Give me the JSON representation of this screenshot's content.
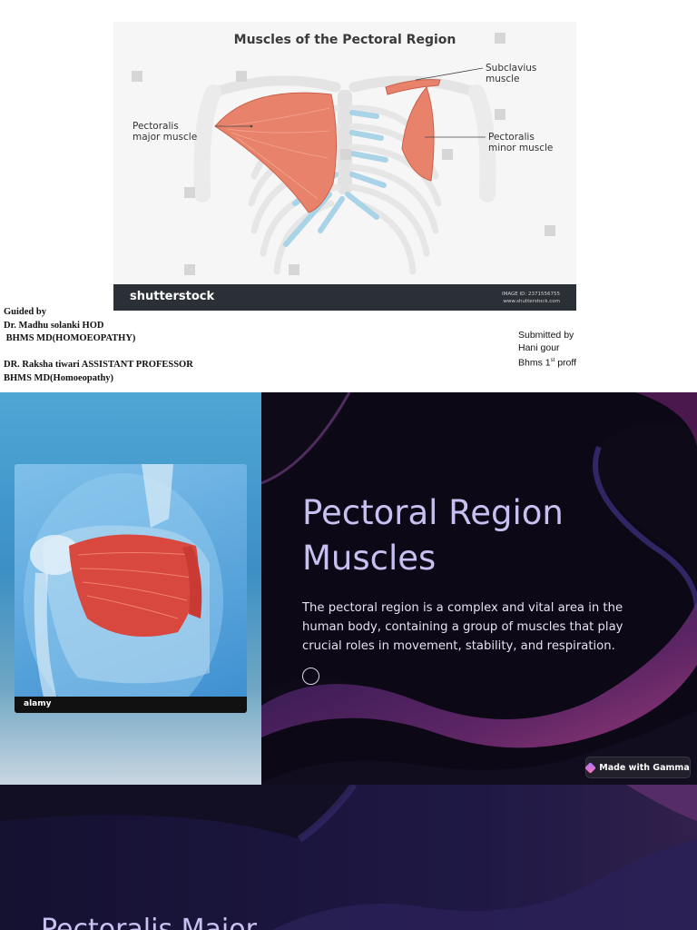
{
  "slide1": {
    "diagram": {
      "title": "Muscles of the Pectoral Region",
      "labels": {
        "subclavius": "Subclavius\nmuscle",
        "pec_major": "Pectoralis\nmajor muscle",
        "pec_minor": "Pectoralis\nminor muscle"
      },
      "watermark_logo": "shutterstock",
      "image_id": "IMAGE ID: 2371556755",
      "site": "www.shutterstock.com"
    },
    "guided": {
      "heading": "Guided by",
      "guide1_name": "Dr. Madhu solanki HOD",
      "guide1_degree": " BHMS MD(HOMOEOPATHY)",
      "guide2_name": "DR. Raksha tiwari ASSISTANT PROFESSOR",
      "guide2_degree": "BHMS MD(Homoeopathy)"
    },
    "submitted": {
      "heading": "Submitted by",
      "name": "Hani gour",
      "class_prefix": "Bhms 1",
      "class_sup": "st",
      "class_suffix": " proff"
    }
  },
  "slide2": {
    "image_watermark": "alamy",
    "title": "Pectoral Region Muscles",
    "body": "The pectoral region is a complex and vital area in the human body, containing a group of muscles that play crucial roles in movement, stability, and respiration.",
    "badge": "Made with Gamma"
  },
  "slide3": {
    "title": "Pectoralis Major"
  },
  "colors": {
    "muscle": "#e8826b",
    "cartilage": "#a9d3e6",
    "title_lavender": "#c7c0f0",
    "dark_bg": "#0f0a18"
  }
}
